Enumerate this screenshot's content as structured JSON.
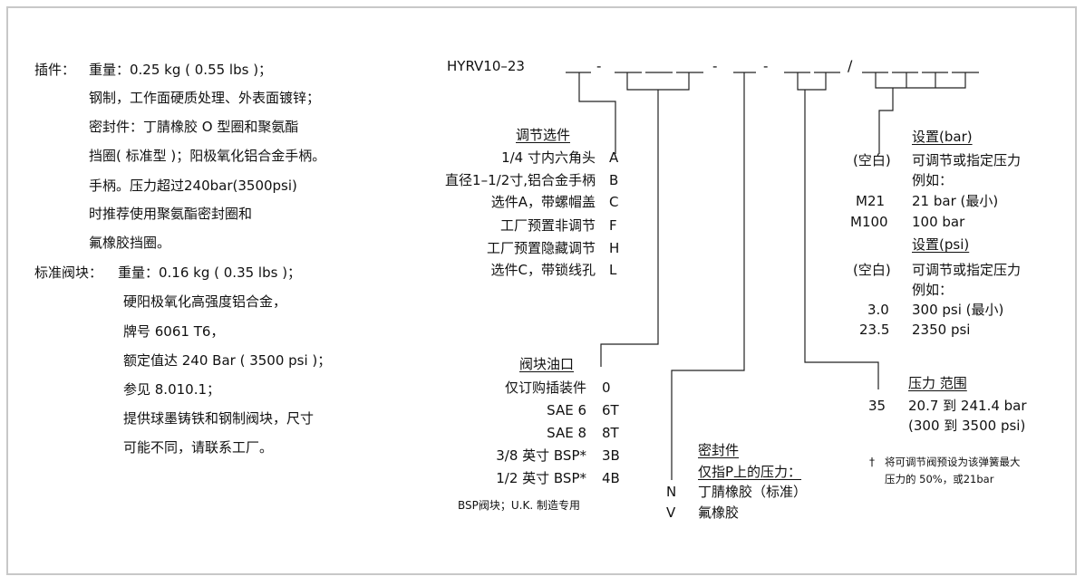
{
  "left": {
    "insert_head": "插件：",
    "insert_lines": [
      "重量：0.25 kg ( 0.55 lbs )；",
      "钢制，工作面硬质处理、外表面镀锌；",
      "密封件：丁腈橡胶 O 型圈和聚氨酯",
      "挡圈( 标准型 )；阳极氧化铝合金手柄。",
      "手柄。压力超过240bar(3500psi)",
      "时推荐使用聚氨酯密封圈和",
      "氟橡胶挡圈。"
    ],
    "block_head": "标准阀块：",
    "block_lines": [
      "重量：0.16 kg ( 0.35 lbs )；",
      "硬阳极氧化高强度铝合金，",
      "牌号 6061 T6，",
      "额定值达 240 Bar ( 3500 psi )；",
      "参见 8.010.1；",
      "提供球墨铸铁和钢制阀块，尺寸",
      "可能不同，请联系工厂。"
    ]
  },
  "model": {
    "code": "HYRV10–23",
    "template": "___ - ___ ___ ___ - ___ - ___ ___ / ___ ___ ___ ___"
  },
  "adjust": {
    "title": "调节选件",
    "items": [
      {
        "label": "1/4 寸内六角头",
        "code": "A"
      },
      {
        "label": "直径1–1/2寸,铝合金手柄",
        "code": "B"
      },
      {
        "label": "选件A，带螺帽盖",
        "code": "C"
      },
      {
        "label": "工厂预置非调节",
        "code": "F"
      },
      {
        "label": "工厂预置隐藏调节",
        "code": "H"
      },
      {
        "label": "选件C，带锁线孔",
        "code": "L"
      }
    ]
  },
  "port": {
    "title": "阀块油口",
    "items": [
      {
        "label": "仅订购插装件",
        "code": "0"
      },
      {
        "label": "SAE 6",
        "code": "6T"
      },
      {
        "label": "SAE 8",
        "code": "8T"
      },
      {
        "label": "3/8 英寸 BSP*",
        "code": "3B"
      },
      {
        "label": "1/2 英寸 BSP*",
        "code": "4B"
      }
    ],
    "note": "BSP阀块；U.K. 制造专用"
  },
  "seal": {
    "title": "密封件",
    "subtitle": "仅指P上的压力：",
    "items": [
      {
        "code": "N",
        "label": "丁腈橡胶（标准）"
      },
      {
        "code": "V",
        "label": "氟橡胶"
      }
    ]
  },
  "setting_bar": {
    "title": "设置(bar)",
    "items": [
      {
        "code": "(空白)",
        "line1": "可调节或指定压力",
        "line2": "例如："
      },
      {
        "code": "M21",
        "line1": "21 bar (最小)"
      },
      {
        "code": "M100",
        "line1": "100 bar"
      }
    ]
  },
  "setting_psi": {
    "title": "设置(psi)",
    "items": [
      {
        "code": "(空白)",
        "line1": "可调节或指定压力",
        "line2": "例如："
      },
      {
        "code": "3.0",
        "line1": "300 psi (最小)"
      },
      {
        "code": "23.5",
        "line1": "2350 psi"
      }
    ]
  },
  "pressure": {
    "title": "压力 范围",
    "code": "35",
    "line1": "20.7 到 241.4 bar",
    "line2": "(300 到 3500 psi)"
  },
  "footnote": {
    "mark": "†",
    "line1": "将可调节阀预设为该弹簧最大",
    "line2": "压力的 50%，或21bar"
  }
}
